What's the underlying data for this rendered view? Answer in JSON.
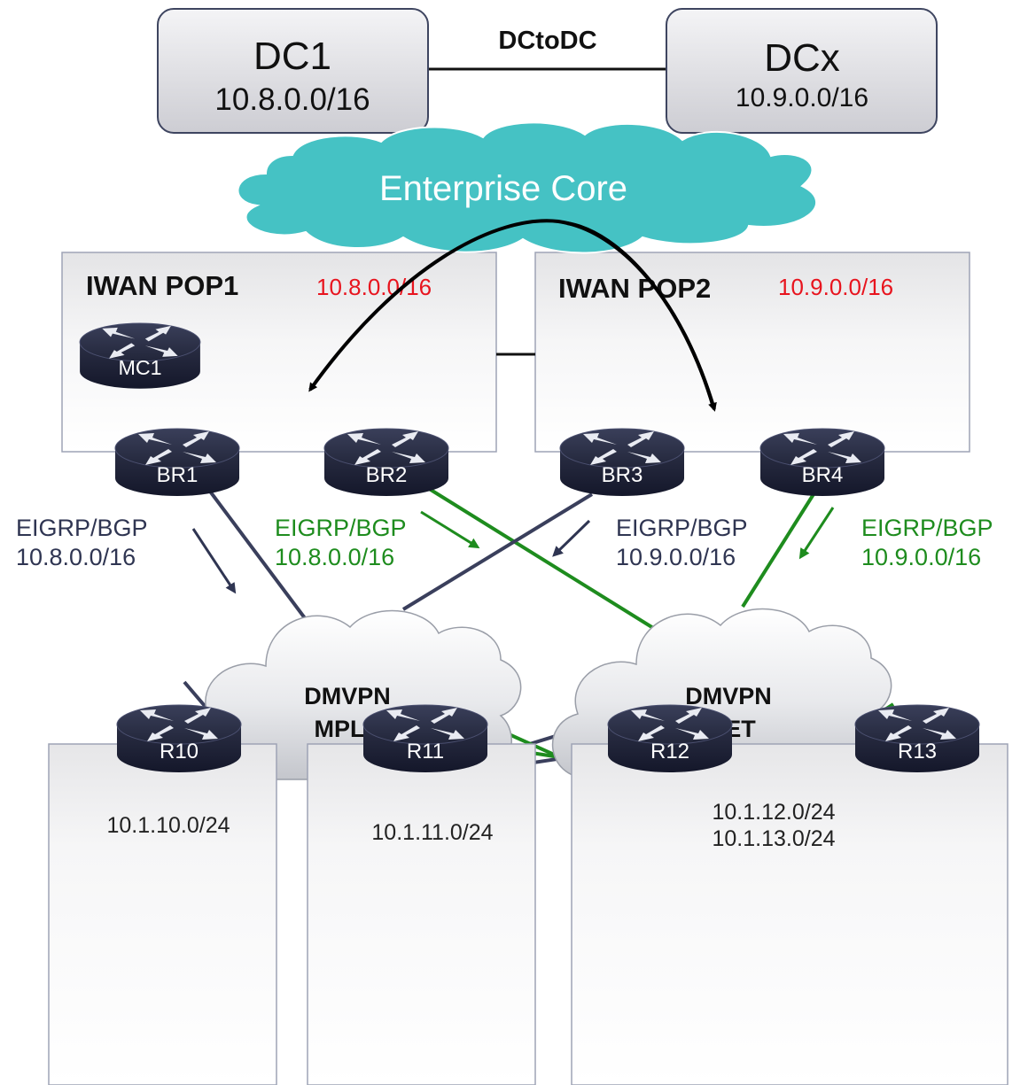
{
  "dc": {
    "dc1": {
      "name": "DC1",
      "prefix": "10.8.0.0/16"
    },
    "dcx": {
      "name": "DCx",
      "prefix": "10.9.0.0/16"
    },
    "link_label": "DCtoDC"
  },
  "core": {
    "label": "Enterprise Core"
  },
  "pops": [
    {
      "name": "IWAN POP1",
      "prefix": "10.8.0.0/16"
    },
    {
      "name": "IWAN POP2",
      "prefix": "10.9.0.0/16"
    }
  ],
  "routers": {
    "mc1": "MC1",
    "br1": "BR1",
    "br2": "BR2",
    "br3": "BR3",
    "br4": "BR4",
    "r10": "R10",
    "r11": "R11",
    "r12": "R12",
    "r13": "R13"
  },
  "advertisements": [
    {
      "protocol": "EIGRP/BGP",
      "prefix": "10.8.0.0/16",
      "color": "#2f3552"
    },
    {
      "protocol": "EIGRP/BGP",
      "prefix": "10.8.0.0/16",
      "color": "#1e8c1e"
    },
    {
      "protocol": "EIGRP/BGP",
      "prefix": "10.9.0.0/16",
      "color": "#2f3552"
    },
    {
      "protocol": "EIGRP/BGP",
      "prefix": "10.9.0.0/16",
      "color": "#1e8c1e"
    }
  ],
  "clouds": {
    "mpls": {
      "line1": "DMVPN",
      "line2": "MPLS"
    },
    "inet": {
      "line1": "DMVPN",
      "line2": "INET"
    }
  },
  "sites": {
    "r10": [
      "10.1.10.0/24"
    ],
    "r11": [
      "10.1.11.0/24"
    ],
    "r12": [
      "10.1.12.0/24",
      "10.1.13.0/24"
    ]
  },
  "colors": {
    "mpls_link": "#3a3f5c",
    "inet_link": "#1e8c1e",
    "prefix_red": "#e8141e",
    "core_cloud": "#45c2c4",
    "router_body": "#2a2e44"
  }
}
